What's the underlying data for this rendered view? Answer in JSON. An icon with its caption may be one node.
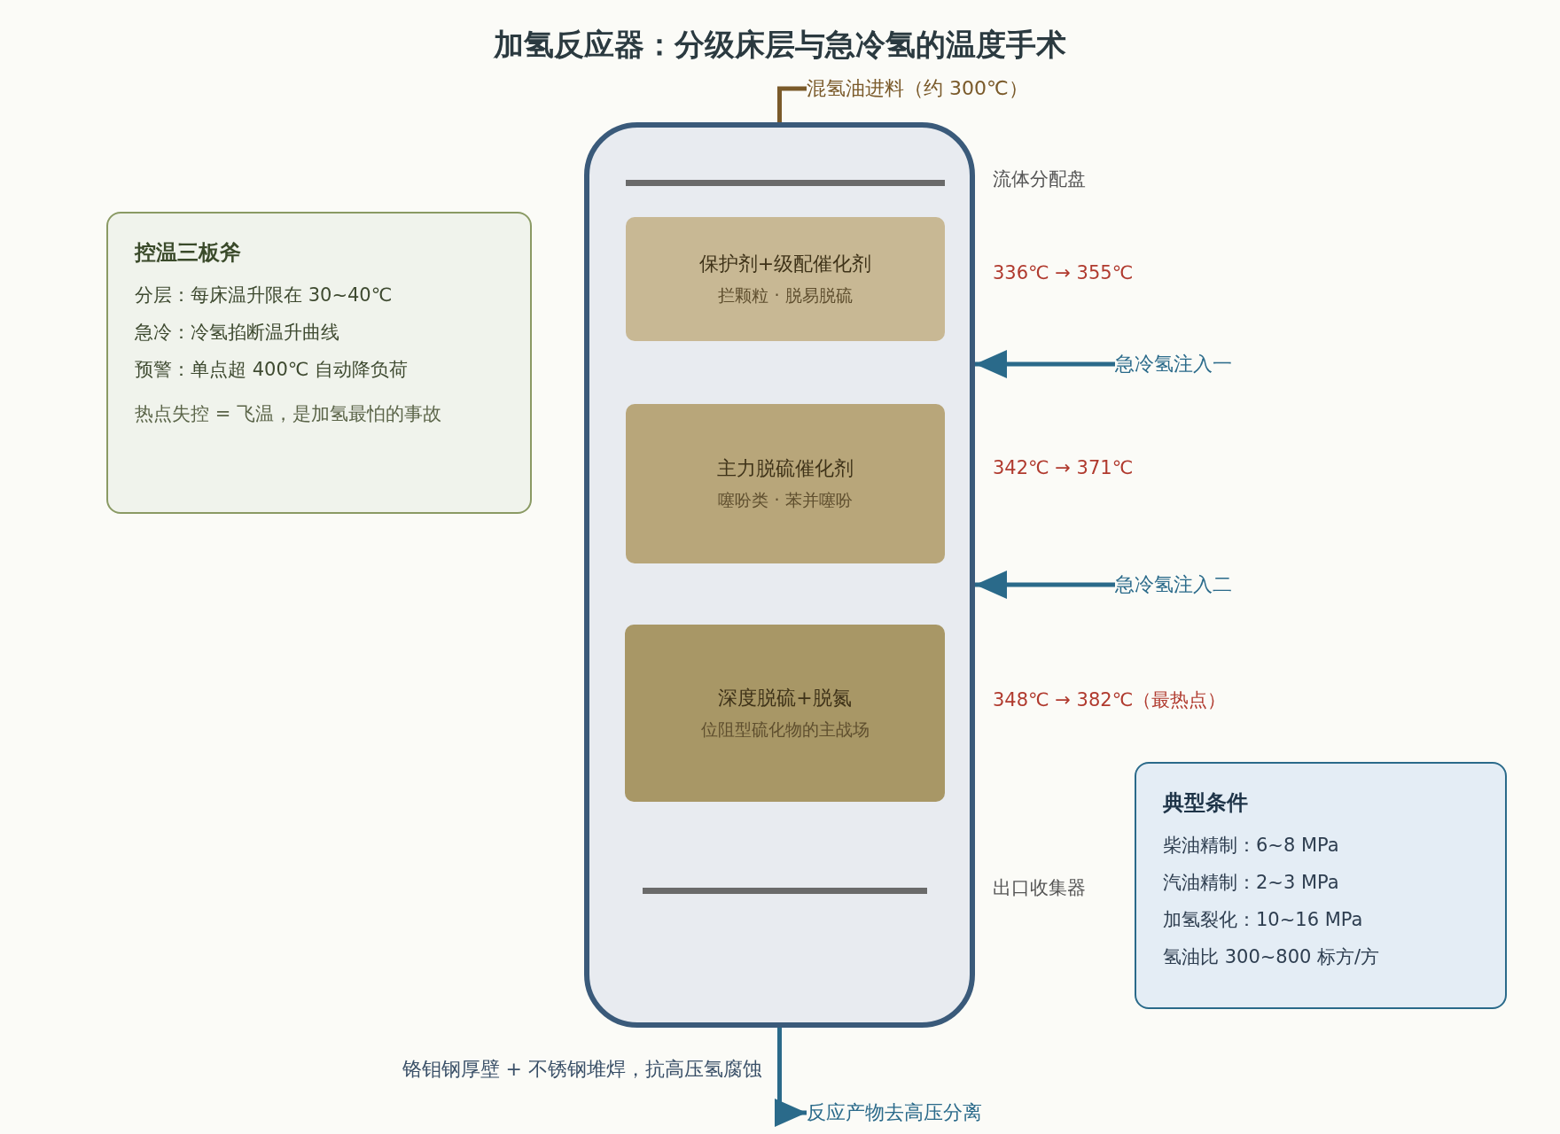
{
  "diagram": {
    "title": "加氢反应器：分级床层与急冷氢的温度手术",
    "nodes": [
      {
        "text": [],
        "shape": "cylinder"
      },
      {
        "text": [],
        "shape": "bar",
        "in": 0,
        "beside": [
          "流体分配盘"
        ]
      },
      {
        "text": [
          "保护剂+级配催化剂",
          "拦颗粒 · 脱易脱硫"
        ],
        "in": 0,
        "beside": [
          "336℃ → 355℃"
        ]
      },
      {
        "text": [
          "主力脱硫催化剂",
          "噻吩类 · 苯并噻吩"
        ],
        "in": 0,
        "beside": [
          "342℃ → 371℃"
        ]
      },
      {
        "text": [
          "深度脱硫+脱氮",
          "位阻型硫化物的主战场"
        ],
        "in": 0,
        "beside": [
          "348℃ → 382℃（最热点）"
        ]
      },
      {
        "text": [],
        "shape": "bar",
        "in": 0,
        "beside": [
          "出口收集器"
        ]
      },
      {
        "text": [
          "混氢油进料（约 300℃）"
        ]
      },
      {
        "text": [
          "急冷氢注入一"
        ]
      },
      {
        "text": [
          "急冷氢注入二"
        ]
      },
      {
        "text": [
          "反应产物去高压分离"
        ]
      },
      {
        "text": [
          "控温三板斧",
          "分层：每床温升限在 30~40℃",
          "急冷：冷氢掐断温升曲线",
          "预警：单点超 400℃ 自动降负荷",
          "热点失控 = 飞温，是加氢最怕的事故"
        ]
      },
      {
        "text": [
          "典型条件",
          "柴油精制：6~8 MPa",
          "汽油精制：2~3 MPa",
          "加氢裂化：10~16 MPa",
          "氢油比 300~800 标方/方"
        ]
      }
    ],
    "edges": [
      {
        "from": 6,
        "to": 0,
        "arrow": "none",
        "color": "#7a5a2a"
      },
      {
        "from": 7,
        "to": 0,
        "arrow": "to"
      },
      {
        "from": 8,
        "to": 0,
        "arrow": "to"
      },
      {
        "from": 0,
        "to": 9,
        "arrow": "to"
      }
    ],
    "labels": [
      "铬钼钢厚壁 + 不锈钢堆焊，抗高压氢腐蚀"
    ]
  }
}
